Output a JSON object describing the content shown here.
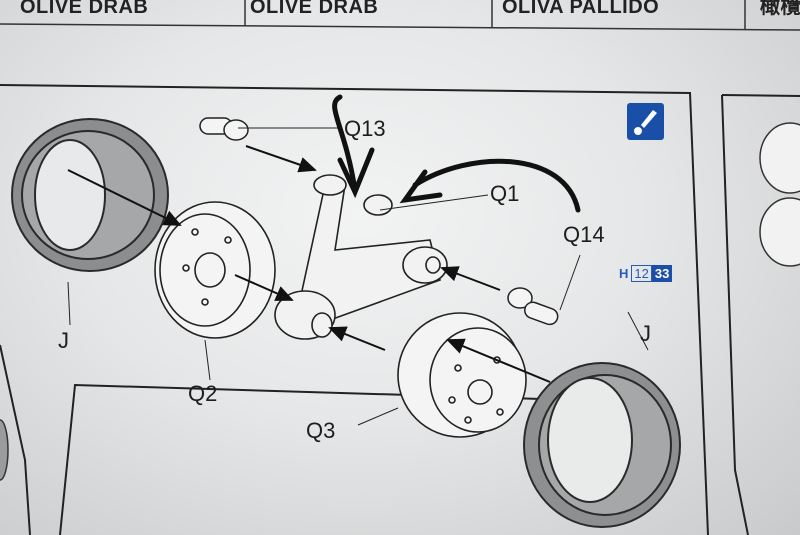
{
  "header": {
    "cells": [
      "OLIVE DRAB",
      "OLIVE DRAB",
      "OLIVA PALLIDO",
      "橄欖"
    ]
  },
  "parts": {
    "q13": "Q13",
    "q1": "Q1",
    "q14": "Q14",
    "q2": "Q2",
    "q3": "Q3",
    "j_left": "J",
    "j_right": "J"
  },
  "reference_badge": {
    "prefix": "H",
    "num1": "12",
    "num2": "33"
  },
  "icons": {
    "paint": "paint-brush-icon"
  },
  "colors": {
    "badge_blue": "#1c4fa8",
    "marker_ink": "#111111"
  }
}
